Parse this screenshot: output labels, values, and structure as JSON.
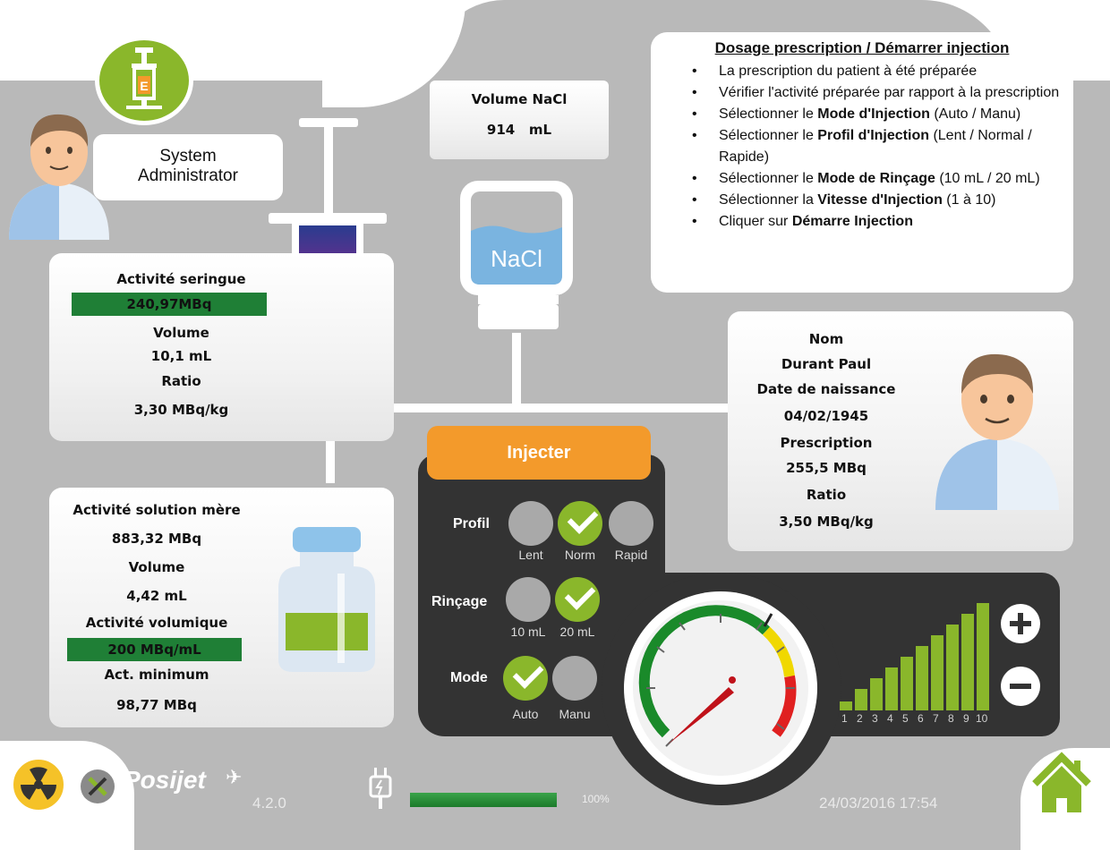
{
  "user": {
    "name_line1": "System",
    "name_line2": "Administrator"
  },
  "nacl": {
    "title": "Volume NaCl",
    "value": "914",
    "unit": "mL",
    "bag_label": "NaCl"
  },
  "syringe": {
    "activity_label": "Activité seringue",
    "activity_value": "240,97MBq",
    "volume_label": "Volume",
    "volume_value": "10,1 mL",
    "ratio_label": "Ratio",
    "ratio_value": "3,30 MBq/kg"
  },
  "instructions": {
    "title": "Dosage prescription / Démarrer injection",
    "items": [
      {
        "pre": "La prescription du patient à été préparée",
        "bold": "",
        "post": ""
      },
      {
        "pre": "Vérifier l'activité préparée par rapport à la prescription",
        "bold": "",
        "post": ""
      },
      {
        "pre": "Sélectionner le ",
        "bold": "Mode d'Injection",
        "post": " (Auto / Manu)"
      },
      {
        "pre": "Sélectionner le ",
        "bold": "Profil d'Injection",
        "post": " (Lent / Normal / Rapide)"
      },
      {
        "pre": "Sélectionner le ",
        "bold": "Mode de Rinçage",
        "post": " (10 mL / 20 mL)"
      },
      {
        "pre": "Sélectionner la ",
        "bold": "Vitesse d'Injection",
        "post": " (1 à 10)"
      },
      {
        "pre": "Cliquer sur ",
        "bold": "Démarre Injection",
        "post": ""
      }
    ]
  },
  "patient": {
    "name_label": "Nom",
    "name_value": "Durant Paul",
    "dob_label": "Date de naissance",
    "dob_value": "04/02/1945",
    "prescription_label": "Prescription",
    "prescription_value": "255,5 MBq",
    "ratio_label": "Ratio",
    "ratio_value": "3,50 MBq/kg"
  },
  "stock": {
    "activity_label": "Activité solution mère",
    "activity_value": "883,32 MBq",
    "volume_label": "Volume",
    "volume_value": "4,42 mL",
    "vol_activity_label": "Activité volumique",
    "vol_activity_value": "200 MBq/mL",
    "min_label": "Act. minimum",
    "min_value": "98,77 MBq"
  },
  "controls": {
    "inject_button": "Injecter",
    "profile_label": "Profil",
    "profile_options": [
      "Lent",
      "Norm",
      "Rapid"
    ],
    "profile_selected": "Norm",
    "rinse_label": "Rinçage",
    "rinse_options": [
      "10 mL",
      "20 mL"
    ],
    "rinse_selected": "20 mL",
    "mode_label": "Mode",
    "mode_options": [
      "Auto",
      "Manu"
    ],
    "mode_selected": "Auto",
    "speed_levels": [
      "1",
      "2",
      "3",
      "4",
      "5",
      "6",
      "7",
      "8",
      "9",
      "10"
    ],
    "speed_selected": "10"
  },
  "footer": {
    "brand": "Posijet",
    "version": "4.2.0",
    "power_progress_percent": 100,
    "power_label": "100%",
    "datetime": "24/03/2016 17:54"
  },
  "colors": {
    "accent_green": "#8ab72b",
    "accent_orange": "#f39a2b",
    "dark_panel": "#333333",
    "activity_green": "#1f7f36"
  }
}
